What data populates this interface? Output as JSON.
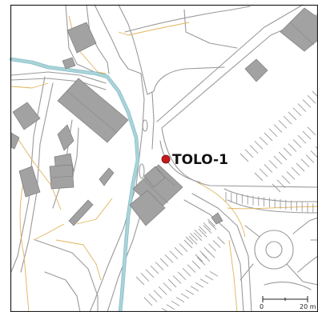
{
  "marker": {
    "label": "TOLO-1",
    "color": "#c8191f"
  },
  "scale": {
    "start_label": "0",
    "end_label": "20 m"
  },
  "colors": {
    "building": "#a2a2a2",
    "road": "#9a9a9a",
    "water": "#aad3d8",
    "path": "#e0b45a",
    "frame": "#222222"
  }
}
